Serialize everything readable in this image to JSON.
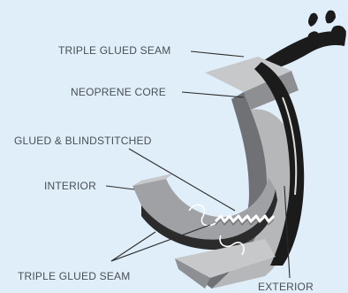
{
  "labels": {
    "triple_glued_seam_top": "TRIPLE GLUED SEAM",
    "neoprene_core": "NEOPRENE CORE",
    "glued_blindstitched": "GLUED & BLINDSTITCHED",
    "interior": "INTERIOR",
    "triple_glued_seam_bottom": "TRIPLE GLUED SEAM",
    "exterior": "EXTERIOR"
  },
  "colors": {
    "background": "#dfeef9",
    "neoprene_grey": "#a9abad",
    "neoprene_light": "#c6c8ca",
    "neoprene_shadow": "#6f7174",
    "core_black": "#1b1b1b",
    "text": "#4a4f55",
    "leader_line": "#2b2b2b"
  }
}
